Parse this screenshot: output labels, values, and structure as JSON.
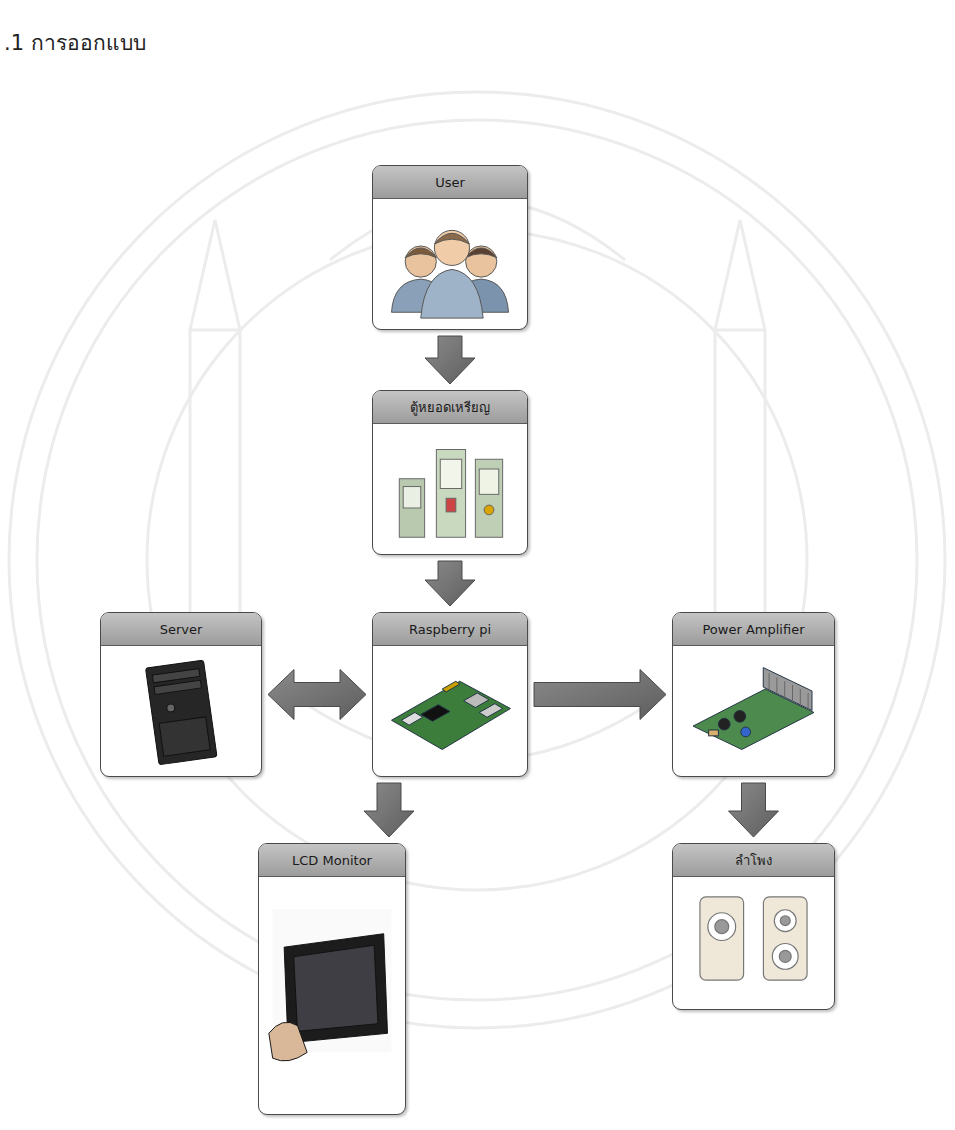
{
  "diagram": {
    "title": ".1 การออกแบบ",
    "nodes": [
      {
        "text": [
          "User"
        ]
      },
      {
        "text": [
          "ตู้หยอดเหรียญ"
        ]
      },
      {
        "text": [
          "Server"
        ]
      },
      {
        "text": [
          "Raspberry pi"
        ]
      },
      {
        "text": [
          "Power Amplifier"
        ]
      },
      {
        "text": [
          "LCD Monitor"
        ]
      },
      {
        "text": [
          "ลำโพง"
        ]
      }
    ],
    "edges": [
      {
        "from": 0,
        "to": 1,
        "arrow": "to"
      },
      {
        "from": 1,
        "to": 3,
        "arrow": "to"
      },
      {
        "from": 2,
        "to": 3,
        "arrow": "both"
      },
      {
        "from": 3,
        "to": 4,
        "arrow": "to"
      },
      {
        "from": 3,
        "to": 5,
        "arrow": "to"
      },
      {
        "from": 4,
        "to": 6,
        "arrow": "to"
      }
    ]
  }
}
